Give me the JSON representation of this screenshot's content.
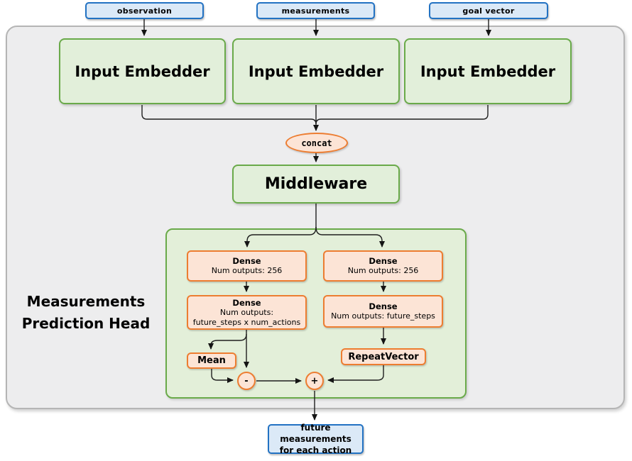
{
  "colors": {
    "blue_border": "#2272c3",
    "blue_fill": "#dbe9f7",
    "green_border": "#6aaa4a",
    "green_fill": "#e2efda",
    "orange_border": "#ed7d31",
    "orange_fill": "#fce4d6",
    "panel_fill": "#ededee",
    "panel_border": "#b5b5b5",
    "wire": "#1f1f1f"
  },
  "inputs": [
    {
      "label": "observation"
    },
    {
      "label": "measurements"
    },
    {
      "label": "goal vector"
    }
  ],
  "embedders": [
    {
      "label": "Input Embedder"
    },
    {
      "label": "Input Embedder"
    },
    {
      "label": "Input Embedder"
    }
  ],
  "concat": {
    "label": "concat"
  },
  "middleware": {
    "label": "Middleware"
  },
  "head": {
    "title_lines": [
      "Measurements",
      "Prediction Head"
    ],
    "dense_left_top": {
      "title": "Dense",
      "lines": [
        "Num outputs: 256"
      ]
    },
    "dense_left_bottom": {
      "title": "Dense",
      "lines": [
        "Num outputs:",
        "future_steps x num_actions"
      ]
    },
    "dense_right_top": {
      "title": "Dense",
      "lines": [
        "Num outputs: 256"
      ]
    },
    "dense_right_bottom": {
      "title": "Dense",
      "lines": [
        "Num outputs: future_steps"
      ]
    },
    "mean": {
      "label": "Mean"
    },
    "repeat_vector": {
      "label": "RepeatVector"
    },
    "minus_op": {
      "symbol": "-"
    },
    "plus_op": {
      "symbol": "+"
    }
  },
  "output": {
    "lines": [
      "future measurements",
      "for each action"
    ]
  }
}
